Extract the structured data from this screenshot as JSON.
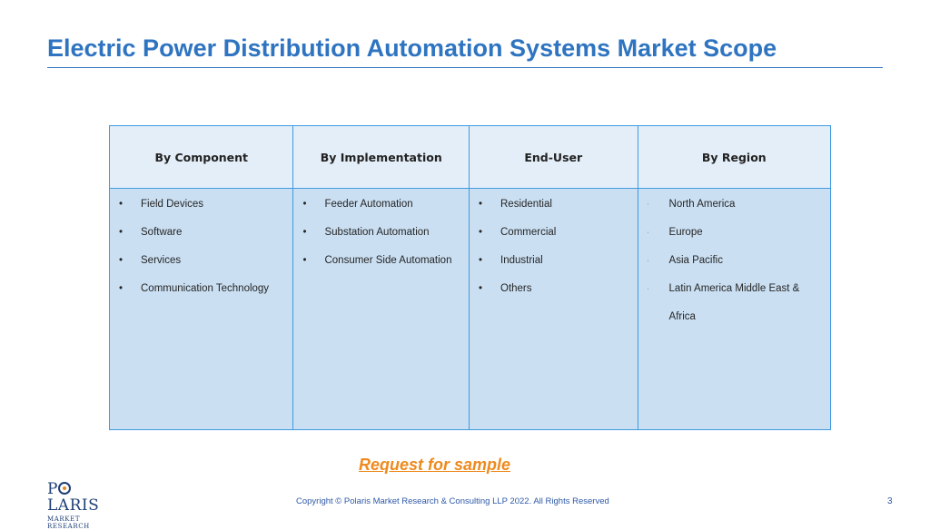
{
  "title": "Electric Power Distribution Automation Systems Market Scope",
  "columns": [
    {
      "header": "By Component",
      "items": [
        "Field Devices",
        "Software",
        "Services",
        "Communication Technology"
      ]
    },
    {
      "header": "By Implementation",
      "items": [
        "Feeder Automation",
        "Substation Automation",
        "Consumer Side Automation"
      ]
    },
    {
      "header": "End-User",
      "items": [
        "Residential",
        "Commercial",
        "Industrial",
        "Others"
      ]
    },
    {
      "header": "By Region",
      "items": [
        "North America",
        "Europe",
        "Asia Pacific",
        "Latin America Middle East & Africa"
      ]
    }
  ],
  "cta": "Request for sample",
  "logo": {
    "name": "POLARIS",
    "subtitle": "MARKET RESEARCH"
  },
  "footer": "Copyright © Polaris Market Research & Consulting LLP 2022. All Rights Reserved",
  "page_number": "3",
  "colors": {
    "title": "#2e74c0",
    "table_border": "#3f9be0",
    "header_bg": "#e4eef8",
    "body_bg": "#cadff2",
    "cta": "#ee8a1e"
  }
}
